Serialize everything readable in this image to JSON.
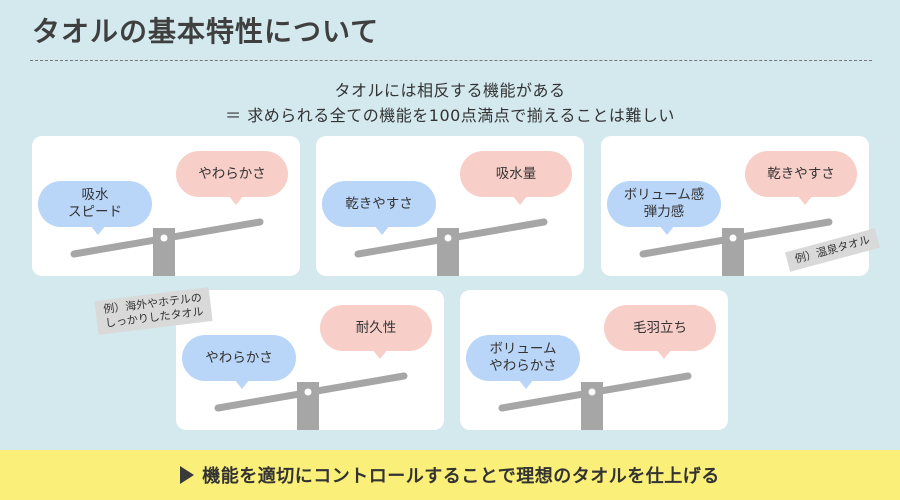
{
  "title": "タオルの基本特性について",
  "subtitle_line1": "タオルには相反する機能がある",
  "subtitle_line2": "＝ 求められる全ての機能を100点満点で揃えることは難しい",
  "cards": [
    {
      "left": "吸水\nスピード",
      "right": "やわらかさ"
    },
    {
      "left": "乾きやすさ",
      "right": "吸水量"
    },
    {
      "left": "ボリューム感\n弾力感",
      "right": "乾きやすさ"
    },
    {
      "left": "やわらかさ",
      "right": "耐久性"
    },
    {
      "left": "ボリューム\nやわらかさ",
      "right": "毛羽立ち"
    }
  ],
  "notes": {
    "onsen": "例）温泉タオル",
    "hotel": "例）海外やホテルの\nしっかりしたタオル"
  },
  "banner": {
    "arrow_icon": "play-triangle-icon",
    "text": "機能を適切にコントロールすることで理想のタオルを仕上げる"
  },
  "colors": {
    "background": "#d3e9ee",
    "blue_bubble": "#b9d6f8",
    "pink_bubble": "#f8cec8",
    "banner": "#f9ef79",
    "seesaw": "#a6a6a6"
  }
}
